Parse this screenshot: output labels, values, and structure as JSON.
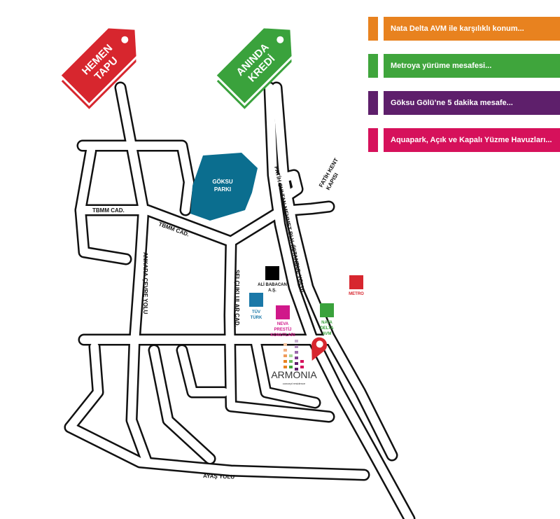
{
  "tags": [
    {
      "line1": "HEMEN",
      "line2": "TAPU",
      "color": "#d7262e"
    },
    {
      "line1": "ANINDA",
      "line2": "KREDİ",
      "color": "#3aa23c"
    }
  ],
  "info_bars": [
    {
      "text": "Nata Delta AVM ile karşılıklı konum...",
      "color": "#e8821f"
    },
    {
      "text": "Metroya yürüme mesafesi...",
      "color": "#3fa53c"
    },
    {
      "text": "Göksu Gölü’ne 5 dakika mesafe...",
      "color": "#5e1f6b"
    },
    {
      "text": "Aquapark, Açık ve Kapalı Yüzme Havuzları...",
      "color": "#d6115b"
    }
  ],
  "park": {
    "line1": "GÖKSU",
    "line2": "PARKI",
    "color": "#0b6e8f"
  },
  "roads": {
    "fsm": "FATİH SULTAN MEHMET BLV. (İSTANBUL YOLU)",
    "tbmm1": "TBMM CAD.",
    "tbmm2": "TBMM CAD.",
    "cevre": "ANKARA ÇEVRE YOLU",
    "selcuklular": "SELÇUKLULAR CAD.",
    "ayas": "AYAŞ YOLU",
    "fatihkent1": "FATİH KENT",
    "fatihkent2": "KAPISI"
  },
  "pois": [
    {
      "l1": "ALİ BABACAN",
      "l2": "A.Ş.",
      "l3": "",
      "color": "#000000",
      "text_color": "#111111"
    },
    {
      "l1": "TÜV",
      "l2": "TÜRK",
      "l3": "",
      "color": "#1a78a8",
      "text_color": "#1a78a8"
    },
    {
      "l1": "NEVA",
      "l2": "PRESTİJ",
      "l3": "KONUTLARI",
      "color": "#d0188a",
      "text_color": "#d0188a"
    },
    {
      "l1": "NATA",
      "l2": "DELTA",
      "l3": "AVM",
      "color": "#3aa23c",
      "text_color": "#3aa23c"
    },
    {
      "l1": "METRO",
      "l2": "",
      "l3": "",
      "color": "#d7262e",
      "text_color": "#d7262e"
    }
  ],
  "logo": {
    "name": "ARMONIA",
    "tagline": "concept residence"
  },
  "pin_color": "#d7262e"
}
